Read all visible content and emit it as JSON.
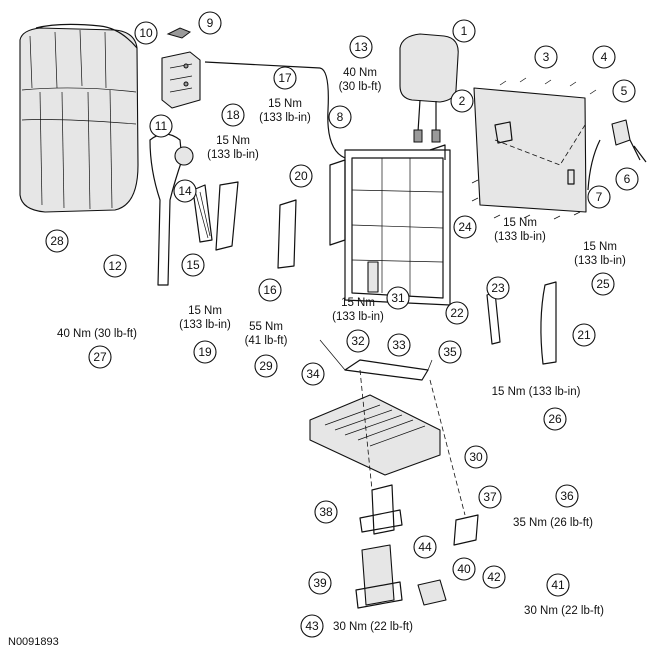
{
  "figure_id": "N0091893",
  "callouts": [
    "1",
    "2",
    "3",
    "4",
    "5",
    "6",
    "7",
    "8",
    "9",
    "10",
    "11",
    "12",
    "13",
    "14",
    "15",
    "16",
    "17",
    "18",
    "19",
    "20",
    "21",
    "22",
    "23",
    "24",
    "25",
    "26",
    "27",
    "28",
    "29",
    "30",
    "31",
    "32",
    "33",
    "34",
    "35",
    "36",
    "37",
    "38",
    "39",
    "40",
    "41",
    "42",
    "43",
    "44"
  ],
  "torque": {
    "t13_a": "40 Nm",
    "t13_b": "(30 lb-ft)",
    "t17_a": "15 Nm",
    "t17_b": "(133 lb-in)",
    "t18_a": "15 Nm",
    "t18_b": "(133 lb-in)",
    "t24_a": "15 Nm",
    "t24_b": "(133 lb-in)",
    "t25_a": "15 Nm",
    "t25_b": "(133 lb-in)",
    "t19_a": "15 Nm",
    "t19_b": "(133 lb-in)",
    "t29_a": "55 Nm",
    "t29_b": "(41 lb-ft)",
    "t32_a": "15 Nm",
    "t32_b": "(133 lb-in)",
    "t27": "40 Nm (30 lb-ft)",
    "t26": "15 Nm (133 lb-in)",
    "t36": "35 Nm (26 lb-ft)",
    "t41": "30 Nm (22 lb-ft)",
    "t43": "30 Nm (22 lb-ft)"
  }
}
